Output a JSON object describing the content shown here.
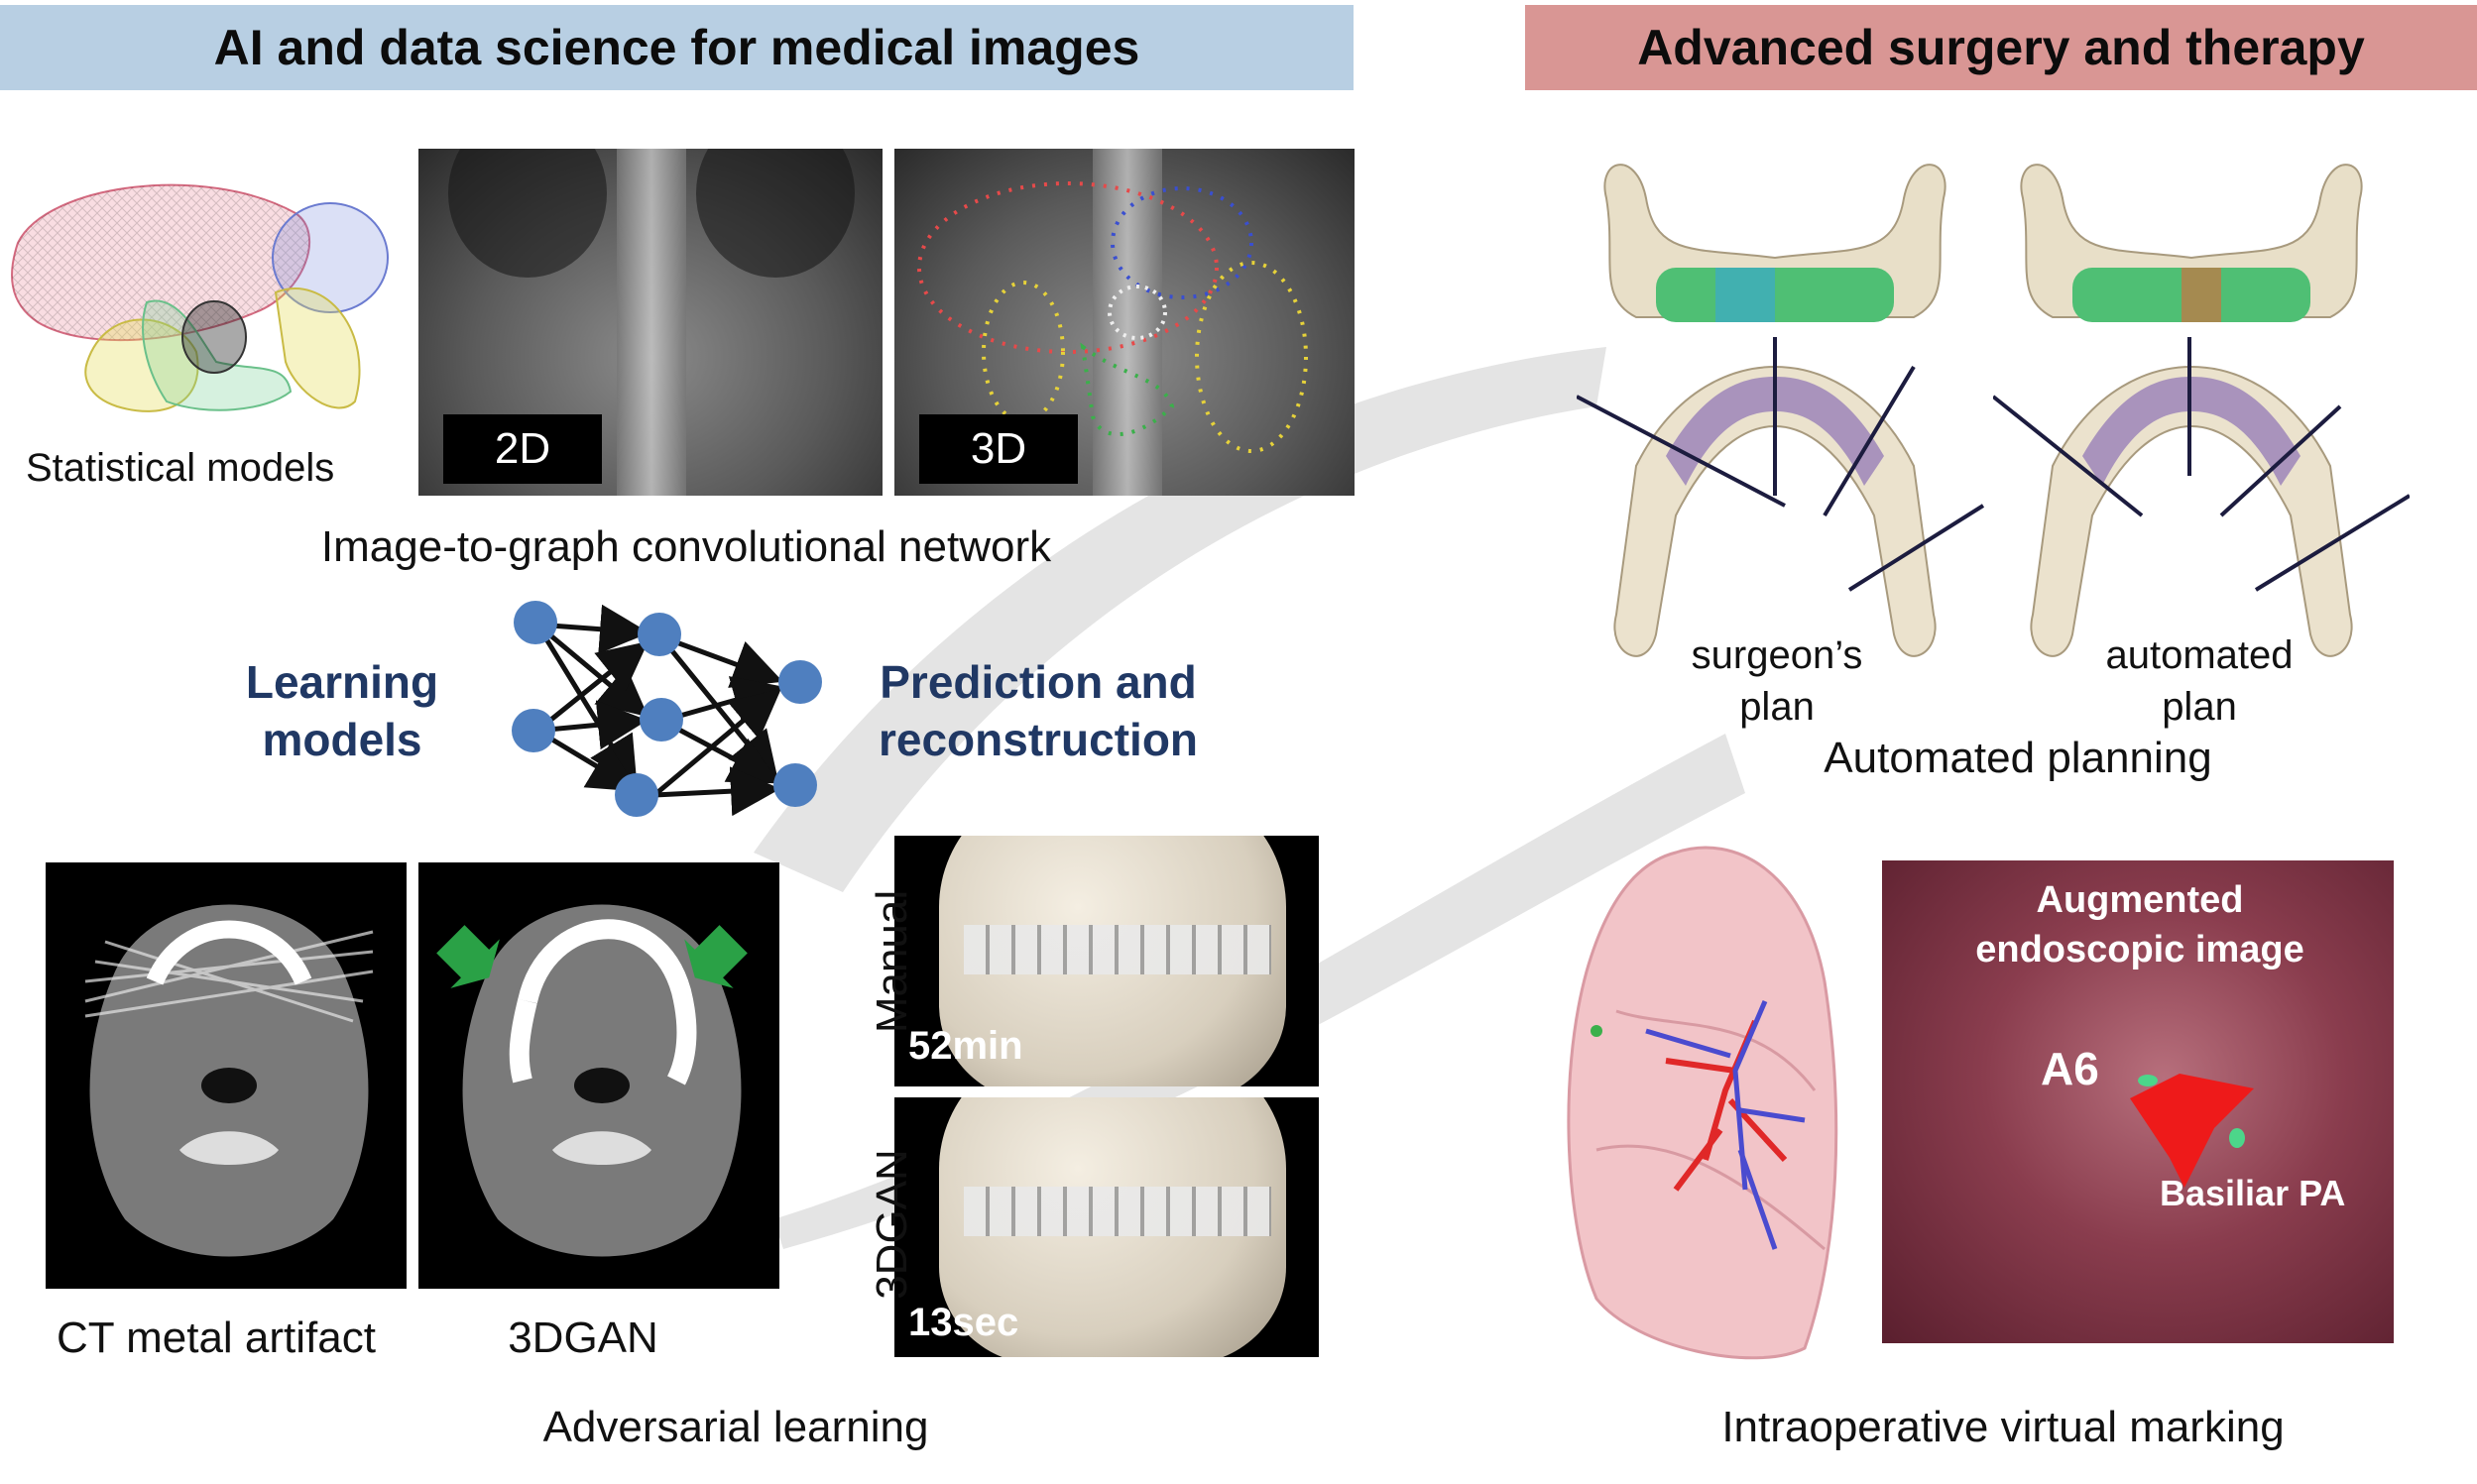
{
  "left_section": {
    "title": "AI and data science for medical images",
    "color": "#b8cfe3",
    "statistical_models_label": "Statistical models",
    "xray_2d_label": "2D",
    "xray_3d_label": "3D",
    "image_to_graph_caption": "Image-to-graph convolutional network",
    "learning_models_label": "Learning models",
    "prediction_label": "Prediction and reconstruction",
    "ct_metal_caption": "CT metal artifact",
    "gan_caption": "3DGAN",
    "manual_label": "Manual",
    "manual_time": "52min",
    "gan_side_label": "3DGAN",
    "gan_time": "13sec",
    "adversarial_caption": "Adversarial learning"
  },
  "right_section": {
    "title": "Advanced surgery and therapy",
    "color": "#d99694",
    "surgeon_plan_label": "surgeon’s plan",
    "automated_plan_label": "automated plan",
    "automated_planning_caption": "Automated planning",
    "augmented_label": "Augmented endoscopic image",
    "a6_label": "A6",
    "basiliar_label": "Basiliar PA",
    "intraoperative_caption": "Intraoperative virtual marking"
  },
  "colors": {
    "node": "#4f7fbf",
    "accent_text": "#203864",
    "arrow": "#2aa146"
  }
}
